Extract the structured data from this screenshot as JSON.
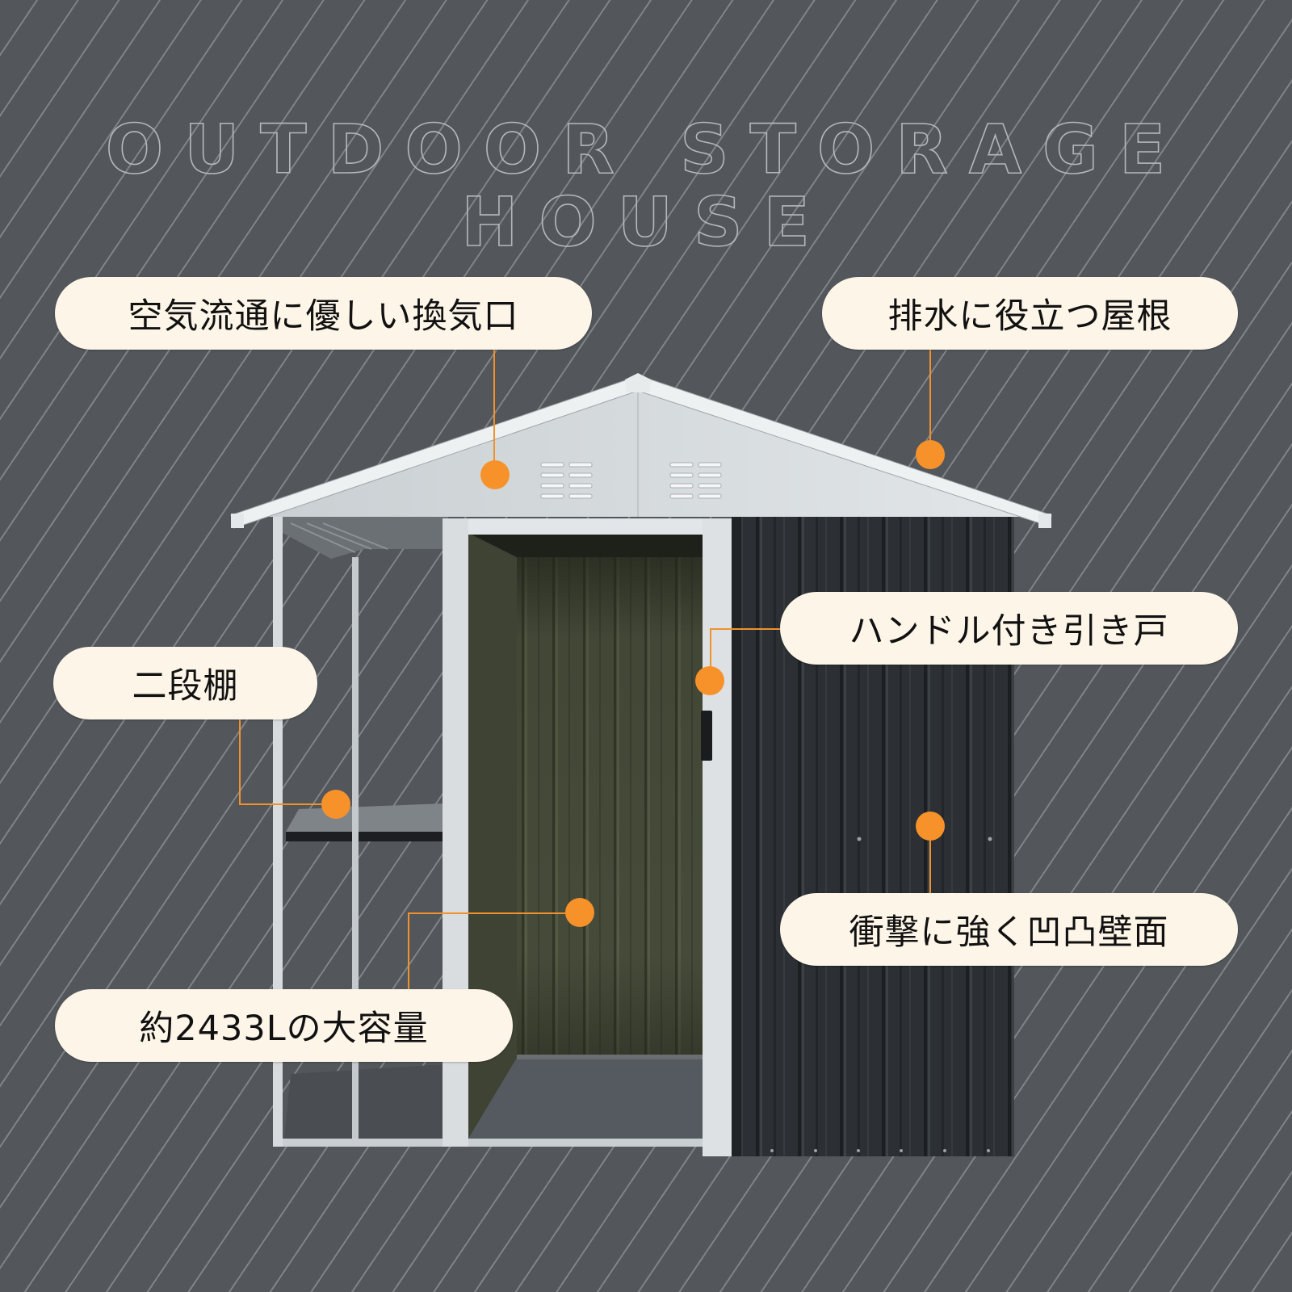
{
  "title": "OUTDOOR STORAGE HOUSE",
  "callouts": {
    "vent": {
      "label": "空気流通に優しい換気口"
    },
    "roof": {
      "label": "排水に役立つ屋根"
    },
    "shelf": {
      "label": "二段棚"
    },
    "door": {
      "label": "ハンドル付き引き戸"
    },
    "wall": {
      "label": "衝撃に強く凹凸壁面"
    },
    "capacity": {
      "label": "約2433Lの大容量"
    }
  },
  "colors": {
    "background": "#53575c",
    "stripe": "#c8ccd0",
    "pill_fill": "#fdf5e8",
    "accent_orange": "#f7922a",
    "roof_white": "#dfe3e5",
    "wall_dark": "#2b2f33",
    "interior_olive": "#4a4f3c"
  },
  "product_image": {
    "subject": "metal storage shed with side porch shelf and sliding door"
  }
}
